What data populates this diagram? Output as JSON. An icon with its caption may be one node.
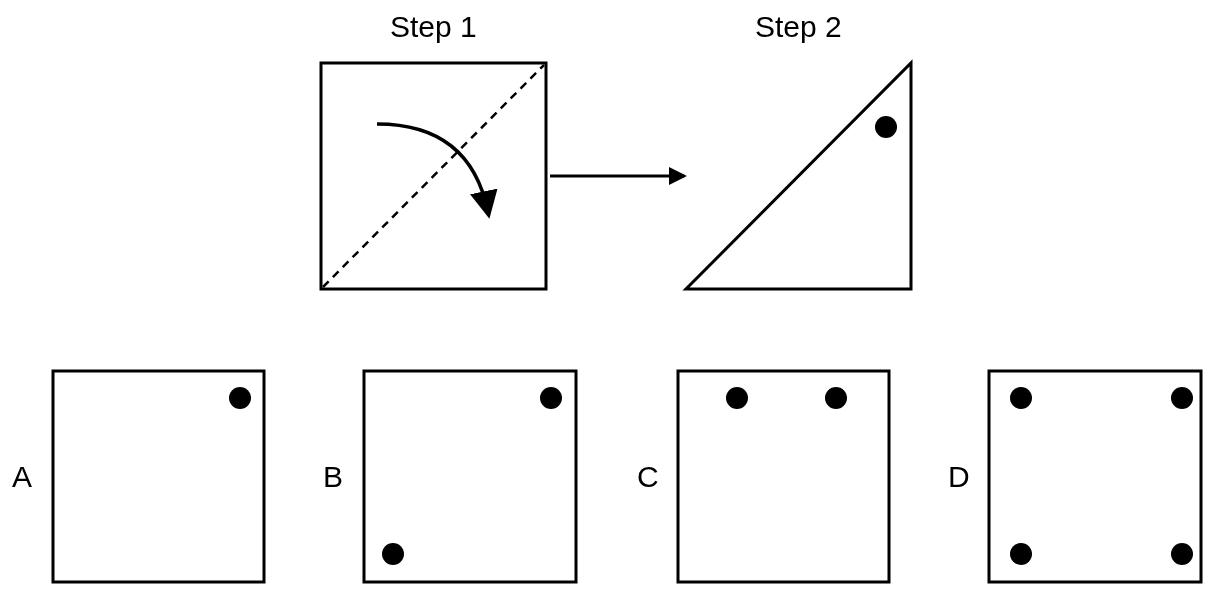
{
  "diagram": {
    "nodes": [
      {
        "text": [
          "Step 1"
        ]
      },
      {
        "text": [
          "Step 2"
        ]
      },
      {
        "text": [],
        "shape": "box",
        "beside": [
          "A"
        ]
      },
      {
        "text": [],
        "shape": "box",
        "beside": [
          "B"
        ]
      },
      {
        "text": [],
        "shape": "box",
        "beside": [
          "C"
        ]
      },
      {
        "text": [],
        "shape": "box",
        "beside": [
          "D"
        ]
      }
    ],
    "edges": [
      {
        "from": 0,
        "to": 1,
        "arrow": "to"
      }
    ]
  }
}
